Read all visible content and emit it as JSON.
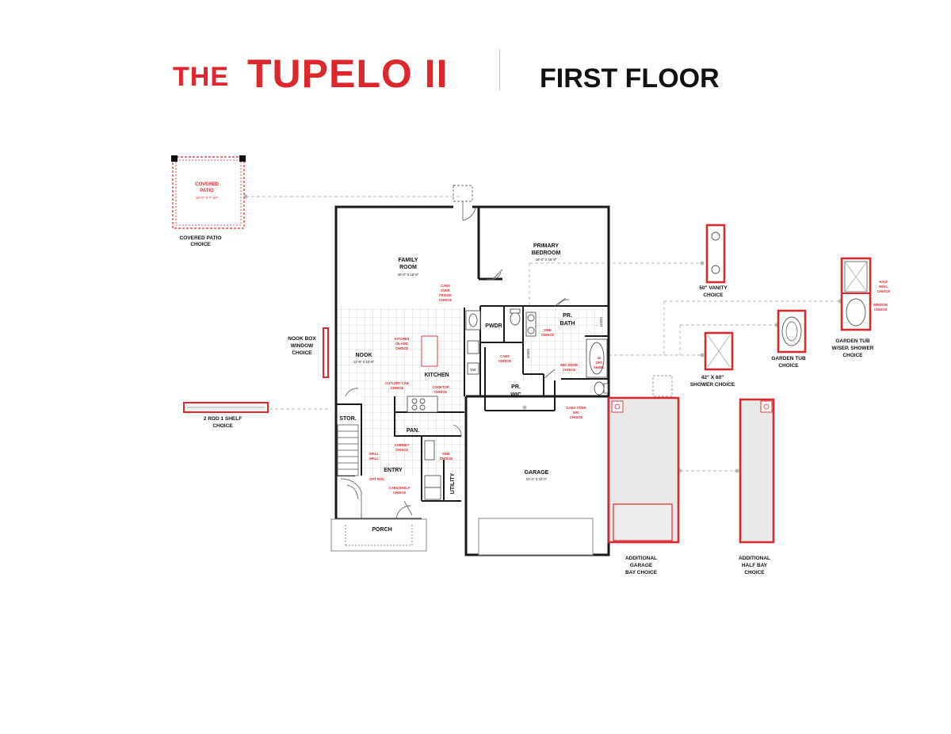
{
  "header": {
    "the": "THE",
    "name": "TUPELO II",
    "floor": "FIRST FLOOR"
  },
  "colors": {
    "brand_red": "#e0262d",
    "wall": "#1a1a1a",
    "tile": "#cfcfcf",
    "garage_fill": "#e8e8e8",
    "leader": "#b8b8b8"
  },
  "rooms": {
    "family_room": {
      "name": [
        "FAMILY",
        "ROOM"
      ],
      "dims": "20'-0\" X 18'-8\""
    },
    "primary_bedroom": {
      "name": [
        "PRIMARY",
        "BEDROOM"
      ],
      "dims": "18'-0\" X 16'-8\""
    },
    "nook": {
      "name": "NOOK",
      "dims": "11'-6\" X 10'-6\""
    },
    "kitchen": "KITCHEN",
    "pwdr": "PWDR",
    "pr_bath": [
      "PR.",
      "BATH"
    ],
    "pr_wic": [
      "PR.",
      "WIC"
    ],
    "stor": "STOR.",
    "pan": "PAN.",
    "entry": "ENTRY",
    "utility": "UTILITY",
    "porch": "PORCH",
    "garage": {
      "name": "GARAGE",
      "dims": "20'-0\" X 20'-0\""
    },
    "dw": "DW",
    "linen": "LINEN",
    "linen2": "LINEN"
  },
  "options": {
    "covered_patio_label": [
      "COVERED",
      "PATIO"
    ],
    "covered_patio_dims": "10'-0\" X 7'-10\"",
    "covered_patio_caption": [
      "COVERED PATIO",
      "CHOICE"
    ],
    "nook_box_window": [
      "NOOK BOX",
      "WINDOW",
      "CHOICE"
    ],
    "rod_shelf": [
      "2 ROD 1 SHELF",
      "CHOICE"
    ],
    "vanity_50": [
      "50\" VANITY",
      "CHOICE"
    ],
    "shower_42": [
      "42\" X 60\"",
      "SHOWER CHOICE"
    ],
    "garden_tub": [
      "GARDEN TUB",
      "CHOICE"
    ],
    "garden_tub_sep": [
      "GARDEN TUB",
      "W/SEP. SHOWER",
      "CHOICE"
    ],
    "half_wall": [
      "HALF",
      "WALL",
      "CHOICE"
    ],
    "window_choice": [
      "WINDOW",
      "CHOICE"
    ],
    "add_garage_bay": [
      "ADDITIONAL",
      "GARAGE",
      "BAY CHOICE"
    ],
    "add_half_bay": [
      "ADDITIONAL",
      "HALF BAY",
      "CHOICE"
    ],
    "cabs_over_fridge": [
      "CABS",
      "OVER",
      "FRIDGE",
      "CHOICE"
    ],
    "kitchen_island": [
      "KITCHEN",
      "ISLAND",
      "CHOICE"
    ],
    "cutlery_cab": [
      "CUTLERY CAB",
      "CHOICE"
    ],
    "cooktop": [
      "COOKTOP",
      "CHOICE"
    ],
    "cabs_choice": [
      "CABS",
      "CHOICE"
    ],
    "sink_choice_bath": [
      "SINK",
      "CHOICE"
    ],
    "wic_door": [
      "WIC DOOR",
      "CHOICE"
    ],
    "opt_shwr": [
      "42",
      "OPT.",
      "SHWR."
    ],
    "cabs_over_wic": [
      "CABS OVER",
      "WIC",
      "CHOICE"
    ],
    "cabinet_choice": [
      "CABINET",
      "CHOICE"
    ],
    "sink_choice_util": [
      "SINK",
      "CHOICE"
    ],
    "wall_wall": [
      "WALL",
      "WALL"
    ],
    "opt_rail": "OPT RAIL",
    "cabs_shelf": [
      "CABS/SHELF",
      "CHOICE"
    ]
  }
}
